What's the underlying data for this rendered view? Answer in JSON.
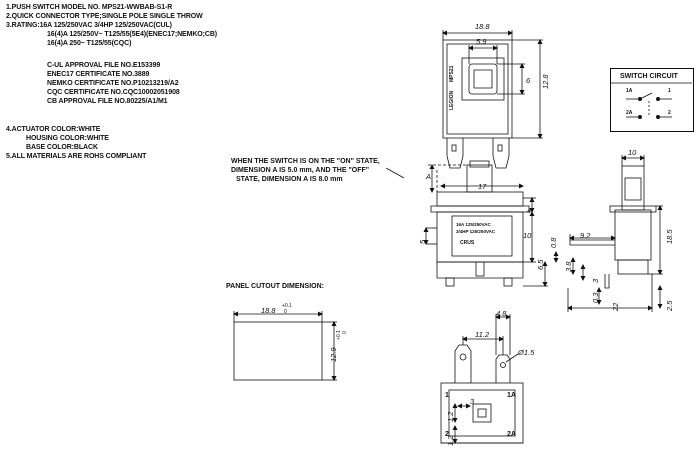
{
  "specs": {
    "l1": "1.PUSH SWITCH MODEL NO. MPS21-WWBAB-S1-R",
    "l2": "2.QUICK CONNECTOR TYPE;SINGLE POLE SINGLE THROW",
    "l3": "3.RATING:16A 125/250VAC 3/4HP 125/250VAC(CUL)",
    "l4": "16(4)A 125/250V~ T125/55(5E4)(ENEC17;NEMKO;CB)",
    "l5": "16(4)A 250~ T125/55(CQC)",
    "a1": "C-UL APPROVAL FILE NO.E153399",
    "a2": "ENEC17 CERTIFICATE NO.3889",
    "a3": "NEMKO CERTIFICATE NO.P10213219/A2",
    "a4": "CQC CERTIFICATE NO.CQC10002051908",
    "a5": "CB APPROVAL FILE NO.80225/A1/M1",
    "c1": "4.ACTUATOR COLOR:WHITE",
    "c2": "HOUSING COLOR:WHITE",
    "c3": "BASE COLOR:BLACK",
    "c4": "5.ALL MATERIALS ARE ROHS COMPLIANT"
  },
  "switch_circuit": {
    "title": "SWITCH CIRCUIT",
    "t1a": "1A",
    "t1": "1",
    "t2a": "2A",
    "t2": "2"
  },
  "note": {
    "l1": "WHEN THE SWITCH IS ON THE \"ON\" STATE,",
    "l2": "DIMENSION A IS 5.0 mm, AND THE \"OFF\"",
    "l3": "STATE, DIMENSION A IS 8.0 mm"
  },
  "panel": {
    "title": "PANEL CUTOUT DIMENSION:",
    "width": "18.8",
    "width_tol_plus": "+0.1",
    "width_tol_minus": "0",
    "height": "12.9",
    "height_tol_plus": "+0.1",
    "height_tol_minus": "0"
  },
  "top_view": {
    "w": "18.8",
    "inner": "5.9",
    "h": "12.8",
    "side": "6",
    "brand": "LEGION",
    "model": "MPS21"
  },
  "front_view": {
    "a": "A",
    "w17": "17",
    "d4": "4",
    "d10": "10",
    "d5": "5",
    "d65": "6.5",
    "d08": "0.8",
    "label1": "16A 125/250VAC",
    "label2": "3/4HP 125/250VAC",
    "mark": "CRUS"
  },
  "side_view": {
    "w10": "10",
    "d185": "18.5",
    "d92": "9.2",
    "d38": "3.8",
    "d3": "3",
    "d03": "0.3",
    "d22": "22",
    "d25": "2.5"
  },
  "bottom_view": {
    "d48": "4.8",
    "d112": "11.2",
    "d15": "Ø1.5",
    "d3": "3",
    "d12a": "1.2",
    "d12b": "1.2",
    "p1": "1",
    "p1a": "1A",
    "p2": "2",
    "p2a": "2A"
  }
}
